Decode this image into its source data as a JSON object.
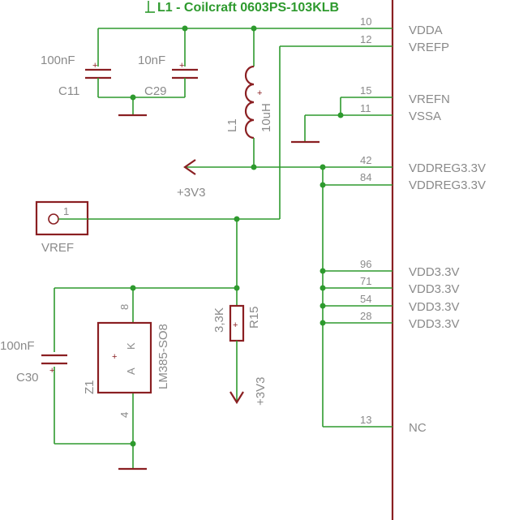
{
  "header": {
    "inductor_note": "L1 - Coilcraft 0603PS-103KLB"
  },
  "components": {
    "c11": {
      "value": "100nF",
      "ref": "C11"
    },
    "c29": {
      "value": "10nF",
      "ref": "C29"
    },
    "l1": {
      "ref": "L1",
      "value": "10uH"
    },
    "vref": {
      "label": "VREF",
      "pin": "1"
    },
    "r15": {
      "value": "3,3K",
      "ref": "R15"
    },
    "c30": {
      "value": "100nF",
      "ref": "C30"
    },
    "z1": {
      "ref": "Z1",
      "part": "LM385-SO8",
      "pin_top": "8",
      "pin_bottom": "4",
      "anode": "A",
      "cathode": "K"
    }
  },
  "power": {
    "p3v3_left": "+3V3",
    "p3v3_bottom": "+3V3"
  },
  "ic_pins": [
    {
      "num": "10",
      "name": "VDDA"
    },
    {
      "num": "12",
      "name": "VREFP"
    },
    {
      "num": "15",
      "name": "VREFN"
    },
    {
      "num": "11",
      "name": "VSSA"
    },
    {
      "num": "42",
      "name": "VDDREG3.3V"
    },
    {
      "num": "84",
      "name": "VDDREG3.3V"
    },
    {
      "num": "96",
      "name": "VDD3.3V"
    },
    {
      "num": "71",
      "name": "VDD3.3V"
    },
    {
      "num": "54",
      "name": "VDD3.3V"
    },
    {
      "num": "28",
      "name": "VDD3.3V"
    },
    {
      "num": "13",
      "name": "NC"
    }
  ],
  "colors": {
    "wire": "#2e9a2e",
    "component": "#8a1f22",
    "text": "#8a8a8a"
  }
}
